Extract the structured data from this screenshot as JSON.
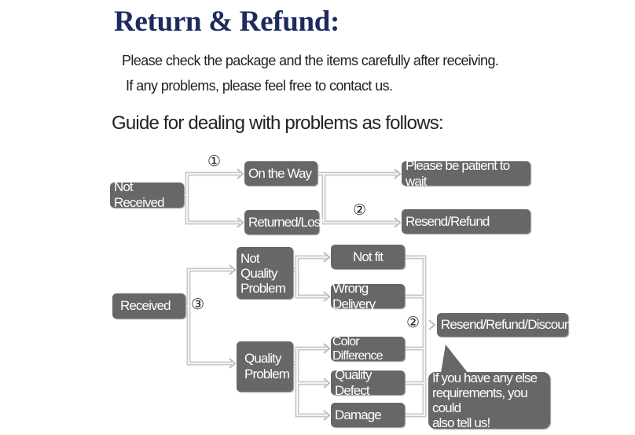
{
  "header": {
    "title": "Return & Refund:",
    "line1": "Please check the package and the items carefully after receiving.",
    "line2": "If any problems, please feel free to contact us.",
    "guide": "Guide for dealing with problems as follows:"
  },
  "not_received": {
    "root": "Not Received",
    "on_the_way": "On the Way",
    "returned_lost": "Returned/Lost",
    "wait": "Please be patient to wait",
    "resend_refund": "Resend/Refund",
    "step1": "①",
    "step2": "②"
  },
  "received": {
    "root": "Received",
    "step3": "③",
    "not_quality": [
      "Not",
      "Quality",
      "Problem"
    ],
    "not_fit": "Not fit",
    "wrong_delivery": "Wrong Delivery",
    "quality": [
      "Quality",
      "Problem"
    ],
    "color_difference": "Color Difference",
    "quality_defect": "Quality Defect",
    "damage": "Damage",
    "step2": "②",
    "resolution": "Resend/Refund/Discount",
    "note": [
      "If you have any else",
      "requirements, you could",
      "also tell us!"
    ]
  },
  "colors": {
    "title": "#1d2a5e",
    "box": "#676767",
    "connector": "#c8c8c8"
  }
}
